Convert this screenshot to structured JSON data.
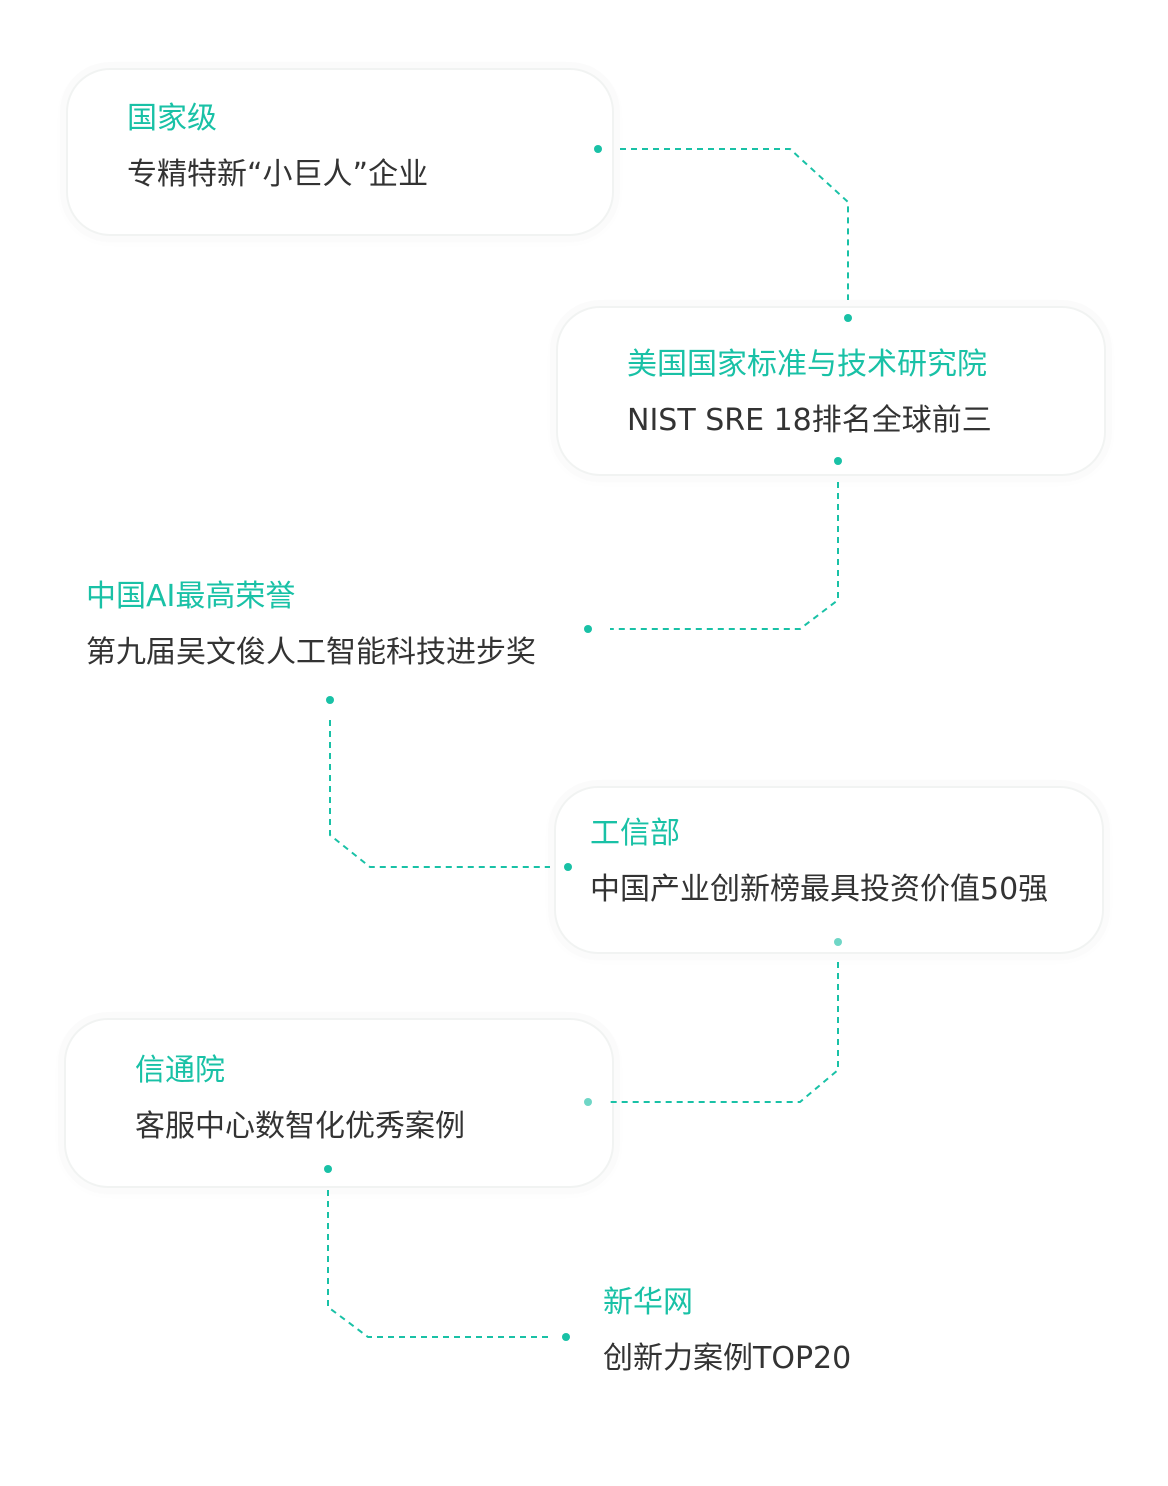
{
  "colors": {
    "accent": "#19c1a6",
    "text": "#333333",
    "card_border": "#f1f3f2"
  },
  "awards": [
    {
      "org": "国家级",
      "title": "专精特新“小巨人”企业"
    },
    {
      "org": "美国国家标准与技术研究院",
      "title": "NIST SRE 18排名全球前三"
    },
    {
      "org": "中国AI最高荣誉",
      "title": "第九届吴文俊人工智能科技进步奖"
    },
    {
      "org": "工信部",
      "title": "中国产业创新榜最具投资价值50强"
    },
    {
      "org": "信通院",
      "title": "客服中心数智化优秀案例"
    },
    {
      "org": "新华网",
      "title": "创新力案例TOP20"
    }
  ]
}
